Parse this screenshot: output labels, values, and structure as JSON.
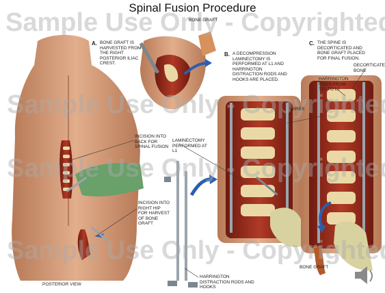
{
  "title": "Spinal Fusion Procedure",
  "watermark": "Sample Use Only - Copyrighted",
  "labels": {
    "bone_graft_top": "BONE GRAFT",
    "step_a_letter": "A.",
    "step_a": "BONE GRAFT IS HARVESTED FROM THE RIGHT POSTERIOR ILIAC CREST.",
    "step_b_letter": "B.",
    "step_b": "A DECOMPRESSION LAMINECTOMY IS PERFORMED AT L1 AND HARRINGTON DISTRACTION RODS AND HOOKS ARE PLACED.",
    "step_c_letter": "C.",
    "step_c": "THE SPINE IS DECORTICATED AND BONE GRAFT PLACED FOR FINAL FUSION.",
    "decorticated_bone": "DECORTICATED BONE",
    "harrington_rods": "HARRINGTON RODS FROM T10 TO L2",
    "wires": "WIRES",
    "incision_back": "INCISION INTO BACK FOR SPINAL FUSION",
    "laminectomy": "LAMINECTOMY PERFORMED AT L1",
    "incision_hip": "INCISION INTO RIGHT HIP FOR HARVEST OF BONE GRAFT",
    "bone_graft_bottom": "BONE GRAFT",
    "posterior_view": "POSTERIOR VIEW",
    "harrington_distraction": "HARRINGTON DISTRACTION RODS AND HOOKS"
  },
  "colors": {
    "skin": "#d9a27e",
    "tissue": "#9c2a1c",
    "bone": "#ead9a6",
    "metal": "#9aa4ad",
    "glove": "#6aa06a",
    "arrow": "#2a5fb0"
  }
}
